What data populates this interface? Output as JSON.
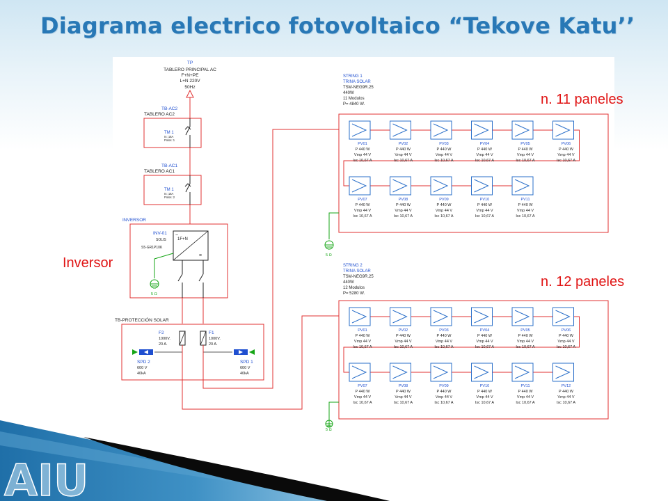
{
  "slide": {
    "title": "Diagrama electrico fotovoltaico “Tekove Katu’’",
    "callouts": {
      "string1": "n. 11 paneles",
      "string2": "n. 12 paneles",
      "inverter": "Inversor"
    },
    "logo_text": "AIU"
  },
  "colors": {
    "title": "#2878b6",
    "callout": "#e01515",
    "wire": "#e03030",
    "panel": "#2a6fc9",
    "ground": "#15a515",
    "spd": "#1f4fd0"
  },
  "diagram": {
    "tp": {
      "name": "TP",
      "lines": [
        "TABLERO PRINCIPAL AC",
        "F+N+PE",
        "L+N   220V",
        "50Hz"
      ]
    },
    "tb_ac2": {
      "name": "TB-AC2",
      "desc": "TABLERO AC2",
      "breaker": "TM 1",
      "rating": "In: 18A",
      "poles": "Polos: 1"
    },
    "tb_ac1": {
      "name": "TB-AC1",
      "desc": "TABLERO AC1",
      "breaker": "TM 1",
      "rating": "In: 18A",
      "poles": "Polos: 2"
    },
    "inverter": {
      "section": "INVERSOR",
      "name": "INV-01",
      "brand": "SOLIS",
      "model": "S5-GR1P10K",
      "symbol": "1F+N"
    },
    "protection": {
      "title": "TB-PROTECCIÓN SOLAR",
      "fuses": [
        {
          "name": "F2",
          "v": "1000V.",
          "a": "20 A."
        },
        {
          "name": "F1",
          "v": "1000V.",
          "a": "20 A."
        }
      ],
      "spds": [
        {
          "name": "SPD 2",
          "v": "600 V",
          "ka": "40kA"
        },
        {
          "name": "SPD 1",
          "v": "600 V",
          "ka": "40kA"
        }
      ]
    },
    "ground_label": "5 Ω",
    "strings": [
      {
        "header": [
          "STRING 1",
          "TRINA SOLAR",
          "TSM-NEG9R.25",
          "440W",
          "11 Modulos",
          "P= 4840 W."
        ],
        "panels": [
          {
            "id": "PV01",
            "p": "P 440 W",
            "vmp": "Vmp 44 V",
            "isc": "Isc 10,67 A"
          },
          {
            "id": "PV02",
            "p": "P 440 W",
            "vmp": "Vmp 44 V",
            "isc": "Isc 10,67 A"
          },
          {
            "id": "PV03",
            "p": "P 440 W",
            "vmp": "Vmp 44 V",
            "isc": "Isc 10,67 A"
          },
          {
            "id": "PV04",
            "p": "P 440 W",
            "vmp": "Vmp 44 V",
            "isc": "Isc 10,67 A"
          },
          {
            "id": "PV05",
            "p": "P 440 W",
            "vmp": "Vmp 44 V",
            "isc": "Isc 10,67 A"
          },
          {
            "id": "PV06",
            "p": "P 440 W",
            "vmp": "Vmp 44 V",
            "isc": "Isc 10,67 A"
          },
          {
            "id": "PV07",
            "p": "P 440 W",
            "vmp": "Vmp 44 V",
            "isc": "Isc 10,67 A"
          },
          {
            "id": "PV08",
            "p": "P 440 W",
            "vmp": "Vmp 44 V",
            "isc": "Isc 10,67 A"
          },
          {
            "id": "PV09",
            "p": "P 440 W",
            "vmp": "Vmp 44 V",
            "isc": "Isc 10,67 A"
          },
          {
            "id": "PV10",
            "p": "P 440 W",
            "vmp": "Vmp 44 V",
            "isc": "Isc 10,67 A"
          },
          {
            "id": "PV11",
            "p": "P 440 W",
            "vmp": "Vmp 44 V",
            "isc": "Isc 10,67 A"
          }
        ]
      },
      {
        "header": [
          "STRING 2",
          "TRINA SOLAR",
          "TSM-NEG9R.25",
          "440W",
          "12 Modulos",
          "P= 5280 W."
        ],
        "panels": [
          {
            "id": "PV01",
            "p": "P 440 W",
            "vmp": "Vmp 44 V",
            "isc": "Isc 10,67 A"
          },
          {
            "id": "PV02",
            "p": "P 440 W",
            "vmp": "Vmp 44 V",
            "isc": "Isc 10,67 A"
          },
          {
            "id": "PV03",
            "p": "P 440 W",
            "vmp": "Vmp 44 V",
            "isc": "Isc 10,67 A"
          },
          {
            "id": "PV04",
            "p": "P 440 W",
            "vmp": "Vmp 44 V",
            "isc": "Isc 10,67 A"
          },
          {
            "id": "PV05",
            "p": "P 440 W",
            "vmp": "Vmp 44 V",
            "isc": "Isc 10,67 A"
          },
          {
            "id": "PV06",
            "p": "P 440 W",
            "vmp": "Vmp 44 V",
            "isc": "Isc 10,67 A"
          },
          {
            "id": "PV07",
            "p": "P 440 W",
            "vmp": "Vmp 44 V",
            "isc": "Isc 10,67 A"
          },
          {
            "id": "PV08",
            "p": "P 440 W",
            "vmp": "Vmp 44 V",
            "isc": "Isc 10,67 A"
          },
          {
            "id": "PV09",
            "p": "P 440 W",
            "vmp": "Vmp 44 V",
            "isc": "Isc 10,67 A"
          },
          {
            "id": "PV10",
            "p": "P 440 W",
            "vmp": "Vmp 44 V",
            "isc": "Isc 10,67 A"
          },
          {
            "id": "PV11",
            "p": "P 440 W",
            "vmp": "Vmp 44 V",
            "isc": "Isc 10,67 A"
          },
          {
            "id": "PV12",
            "p": "P 440 W",
            "vmp": "Vmp 44 V",
            "isc": "Isc 10,67 A"
          }
        ]
      }
    ]
  }
}
